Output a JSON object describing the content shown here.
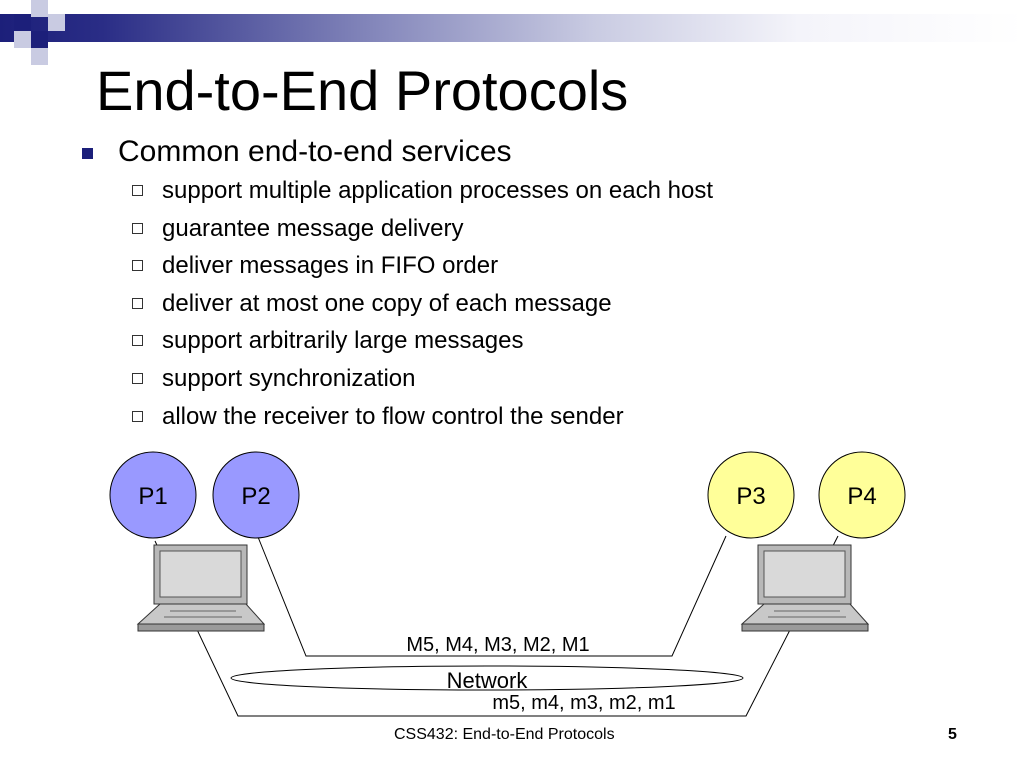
{
  "slide": {
    "title": "End-to-End Protocols",
    "main_bullet": "Common end-to-end services",
    "sub_bullets": [
      "support multiple application processes on each host",
      "guarantee message delivery",
      "deliver messages in FIFO order",
      "deliver at most one copy of each message",
      "support arbitrarily large messages",
      "support synchronization",
      "allow the receiver to flow control the sender"
    ]
  },
  "diagram": {
    "processes": {
      "p1": "P1",
      "p2": "P2",
      "p3": "P3",
      "p4": "P4"
    },
    "upper_messages": "M5, M4, M3, M2, M1",
    "network_label": "Network",
    "lower_messages": "m5, m4, m3, m2, m1",
    "left_process_color": "#9999ff",
    "right_process_color": "#ffff99"
  },
  "footer": {
    "text": "CSS432: End-to-End Protocols",
    "slide_number": "5"
  },
  "colors": {
    "accent": "#1c1f7a",
    "decor_light": "#c9cbe2"
  }
}
